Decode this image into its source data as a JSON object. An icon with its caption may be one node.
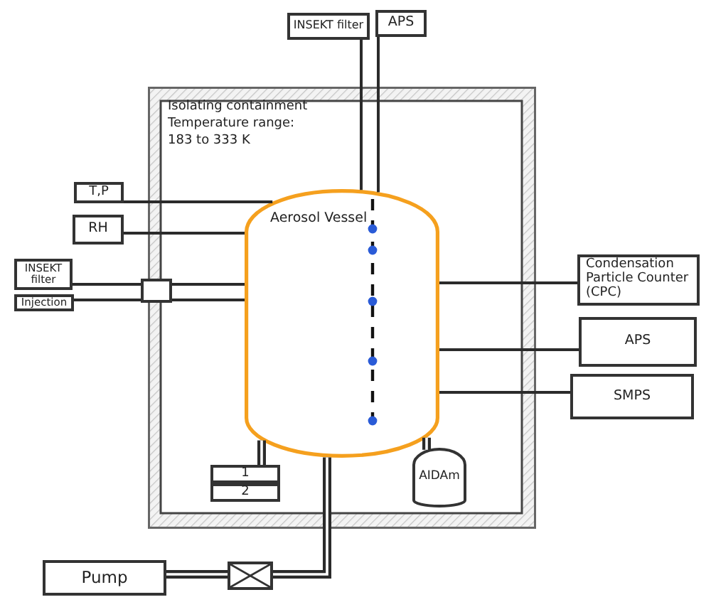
{
  "diagram": {
    "nodes": [
      {
        "text": [
          "INSEKT filter"
        ]
      },
      {
        "text": [
          "APS"
        ]
      },
      {
        "text": [
          "Isolating containment",
          "Temperature range: 183 to 333 K"
        ]
      },
      {
        "text": [
          "T,P"
        ]
      },
      {
        "text": [
          "RH"
        ]
      },
      {
        "text": [
          "Aerosol Vessel"
        ],
        "in": 2
      },
      {
        "text": [
          "INSEKT filter"
        ]
      },
      {
        "text": [
          "Injection"
        ]
      },
      {
        "text": [],
        "shape": "box"
      },
      {
        "text": [
          "Condensation Particle Counter (CPC)"
        ]
      },
      {
        "text": [
          "APS"
        ]
      },
      {
        "text": [
          "SMPS"
        ]
      },
      {
        "text": [
          "1"
        ],
        "in": 2
      },
      {
        "text": [
          "2"
        ],
        "in": 2
      },
      {
        "text": [
          "AIDAm"
        ],
        "in": 2
      },
      {
        "text": [
          "Pump"
        ]
      },
      {
        "text": [],
        "shape": "box"
      }
    ],
    "edges": [
      {
        "from": 0,
        "to": 5,
        "arrow": "none"
      },
      {
        "from": 1,
        "to": 5,
        "arrow": "none"
      },
      {
        "from": 3,
        "to": 5,
        "arrow": "none"
      },
      {
        "from": 4,
        "to": 5,
        "arrow": "none"
      },
      {
        "from": 6,
        "to": 8,
        "arrow": "none"
      },
      {
        "from": 8,
        "to": 5,
        "arrow": "none"
      },
      {
        "from": 7,
        "to": 8,
        "arrow": "none"
      },
      {
        "from": 8,
        "to": 5,
        "arrow": "none"
      },
      {
        "from": 5,
        "to": 9,
        "arrow": "none"
      },
      {
        "from": 5,
        "to": 10,
        "arrow": "none"
      },
      {
        "from": 5,
        "to": 11,
        "arrow": "none"
      },
      {
        "from": 12,
        "to": 5,
        "arrow": "none",
        "style": "thick"
      },
      {
        "from": 14,
        "to": 5,
        "arrow": "none",
        "style": "thick"
      },
      {
        "from": 5,
        "to": 16,
        "arrow": "none",
        "style": "thick"
      },
      {
        "from": 16,
        "to": 15,
        "arrow": "none",
        "style": "thick"
      }
    ]
  }
}
